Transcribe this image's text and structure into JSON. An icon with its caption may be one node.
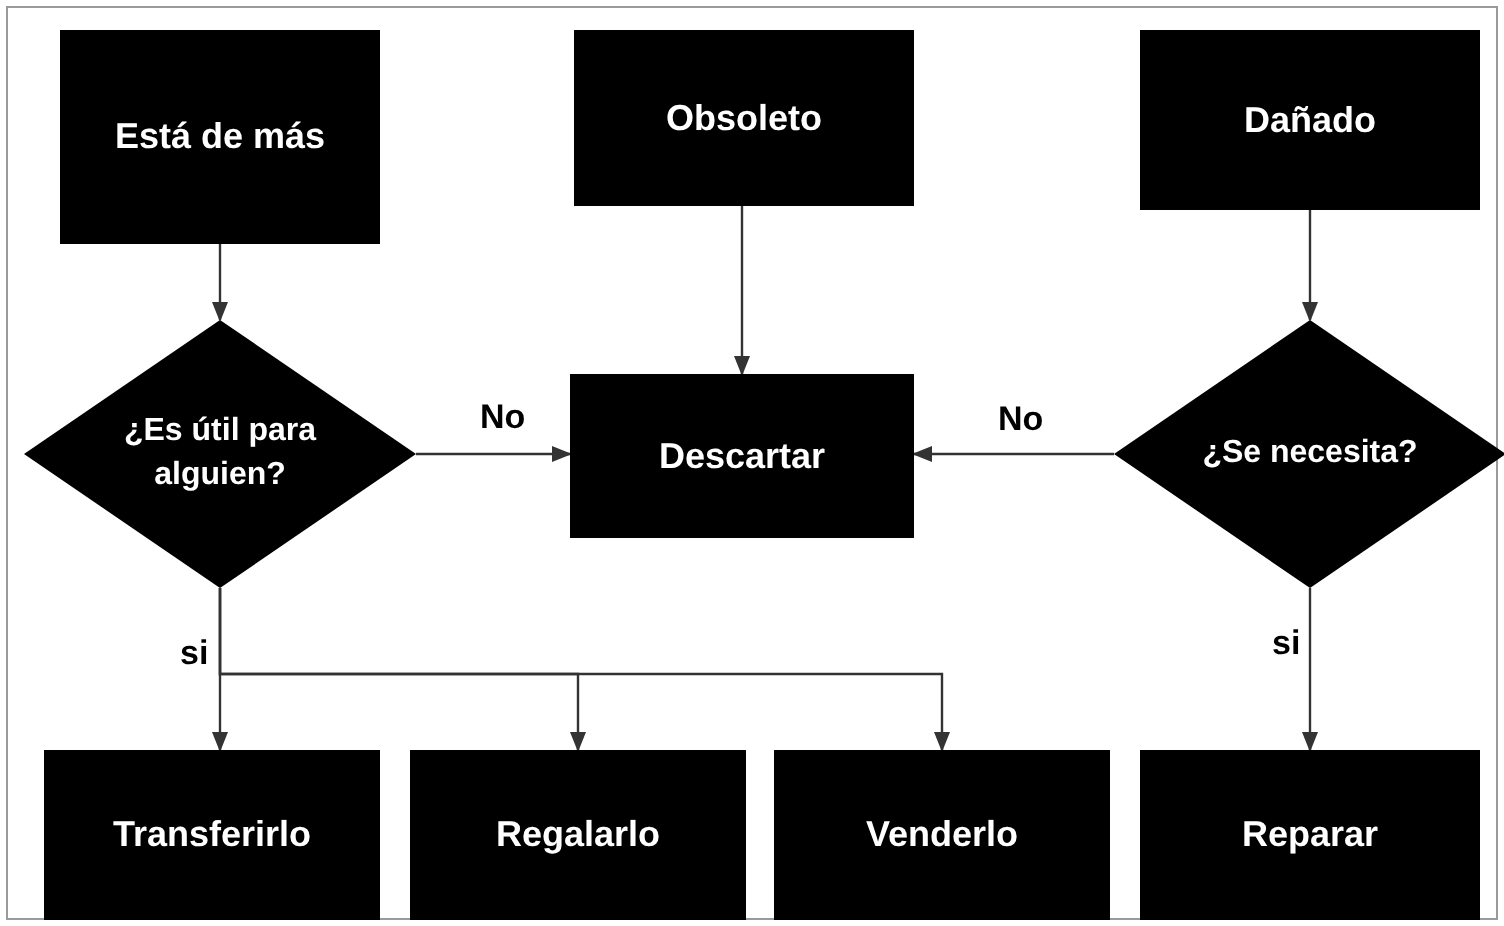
{
  "diagram": {
    "nodes": [
      {
        "text": [
          "Está de más"
        ]
      },
      {
        "text": [
          "Obsoleto"
        ]
      },
      {
        "text": [
          "Dañado"
        ]
      },
      {
        "text": [
          "¿Es útil para alguien?"
        ]
      },
      {
        "text": [
          "Descartar"
        ]
      },
      {
        "text": [
          "¿Se necesita?"
        ]
      },
      {
        "text": [
          "Transferirlo"
        ]
      },
      {
        "text": [
          "Regalarlo"
        ]
      },
      {
        "text": [
          "Venderlo"
        ]
      },
      {
        "text": [
          "Reparar"
        ]
      }
    ],
    "edges": [
      {
        "from": 0,
        "to": 3,
        "arrow": "to"
      },
      {
        "from": 1,
        "to": 4,
        "arrow": "to"
      },
      {
        "from": 2,
        "to": 5,
        "arrow": "to"
      },
      {
        "from": 3,
        "to": 4,
        "arrow": "to",
        "label": "No"
      },
      {
        "from": 5,
        "to": 4,
        "arrow": "to",
        "label": "No"
      },
      {
        "from": 3,
        "to": 6,
        "arrow": "to",
        "label": "si"
      },
      {
        "from": 3,
        "to": 7,
        "arrow": "to"
      },
      {
        "from": 3,
        "to": 8,
        "arrow": "to"
      },
      {
        "from": 5,
        "to": 9,
        "arrow": "to",
        "label": "si"
      }
    ]
  }
}
